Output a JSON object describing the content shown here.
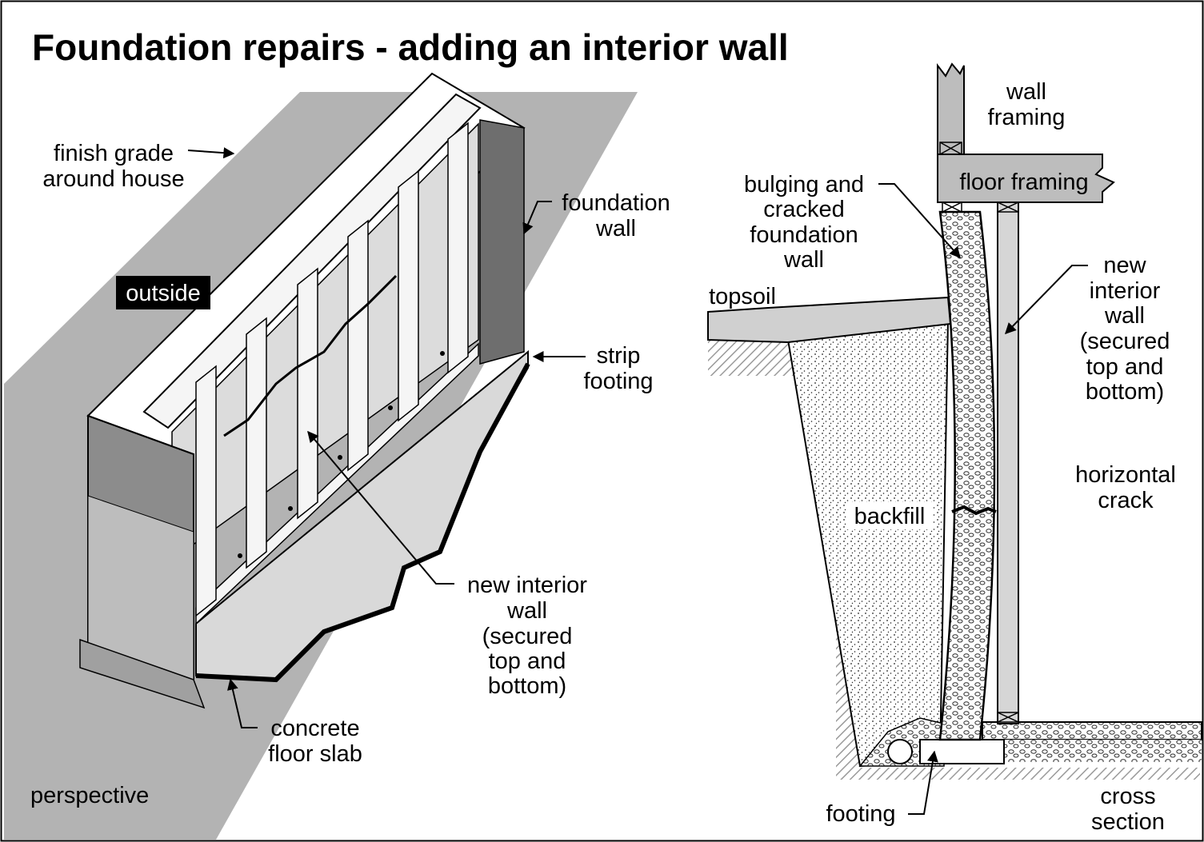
{
  "title": "Foundation repairs - adding an interior wall",
  "perspective": {
    "finish_grade": [
      "finish grade",
      "around house"
    ],
    "outside": "outside",
    "foundation_wall": [
      "foundation",
      "wall"
    ],
    "strip_footing": [
      "strip",
      "footing"
    ],
    "new_interior_wall": [
      "new interior",
      "wall",
      "(secured",
      "top and",
      "bottom)"
    ],
    "concrete_floor_slab": [
      "concrete",
      "floor slab"
    ],
    "view_label": "perspective"
  },
  "cross_section": {
    "wall_framing": [
      "wall",
      "framing"
    ],
    "floor_framing": "floor framing",
    "bulging_wall": [
      "bulging and",
      "cracked",
      "foundation",
      "wall"
    ],
    "topsoil": "topsoil",
    "new_interior_wall": [
      "new",
      "interior",
      "wall",
      "(secured",
      "top and",
      "bottom)"
    ],
    "horizontal_crack": [
      "horizontal",
      "crack"
    ],
    "backfill": "backfill",
    "footing": "footing",
    "view_label": [
      "cross",
      "section"
    ]
  },
  "colors": {
    "grade_gray": "#b3b3b3",
    "wall_dark": "#6e6e6e",
    "wall_mid": "#8c8c8c",
    "slab_gray": "#d9d9d9",
    "stud_light": "#f5f5f5"
  }
}
